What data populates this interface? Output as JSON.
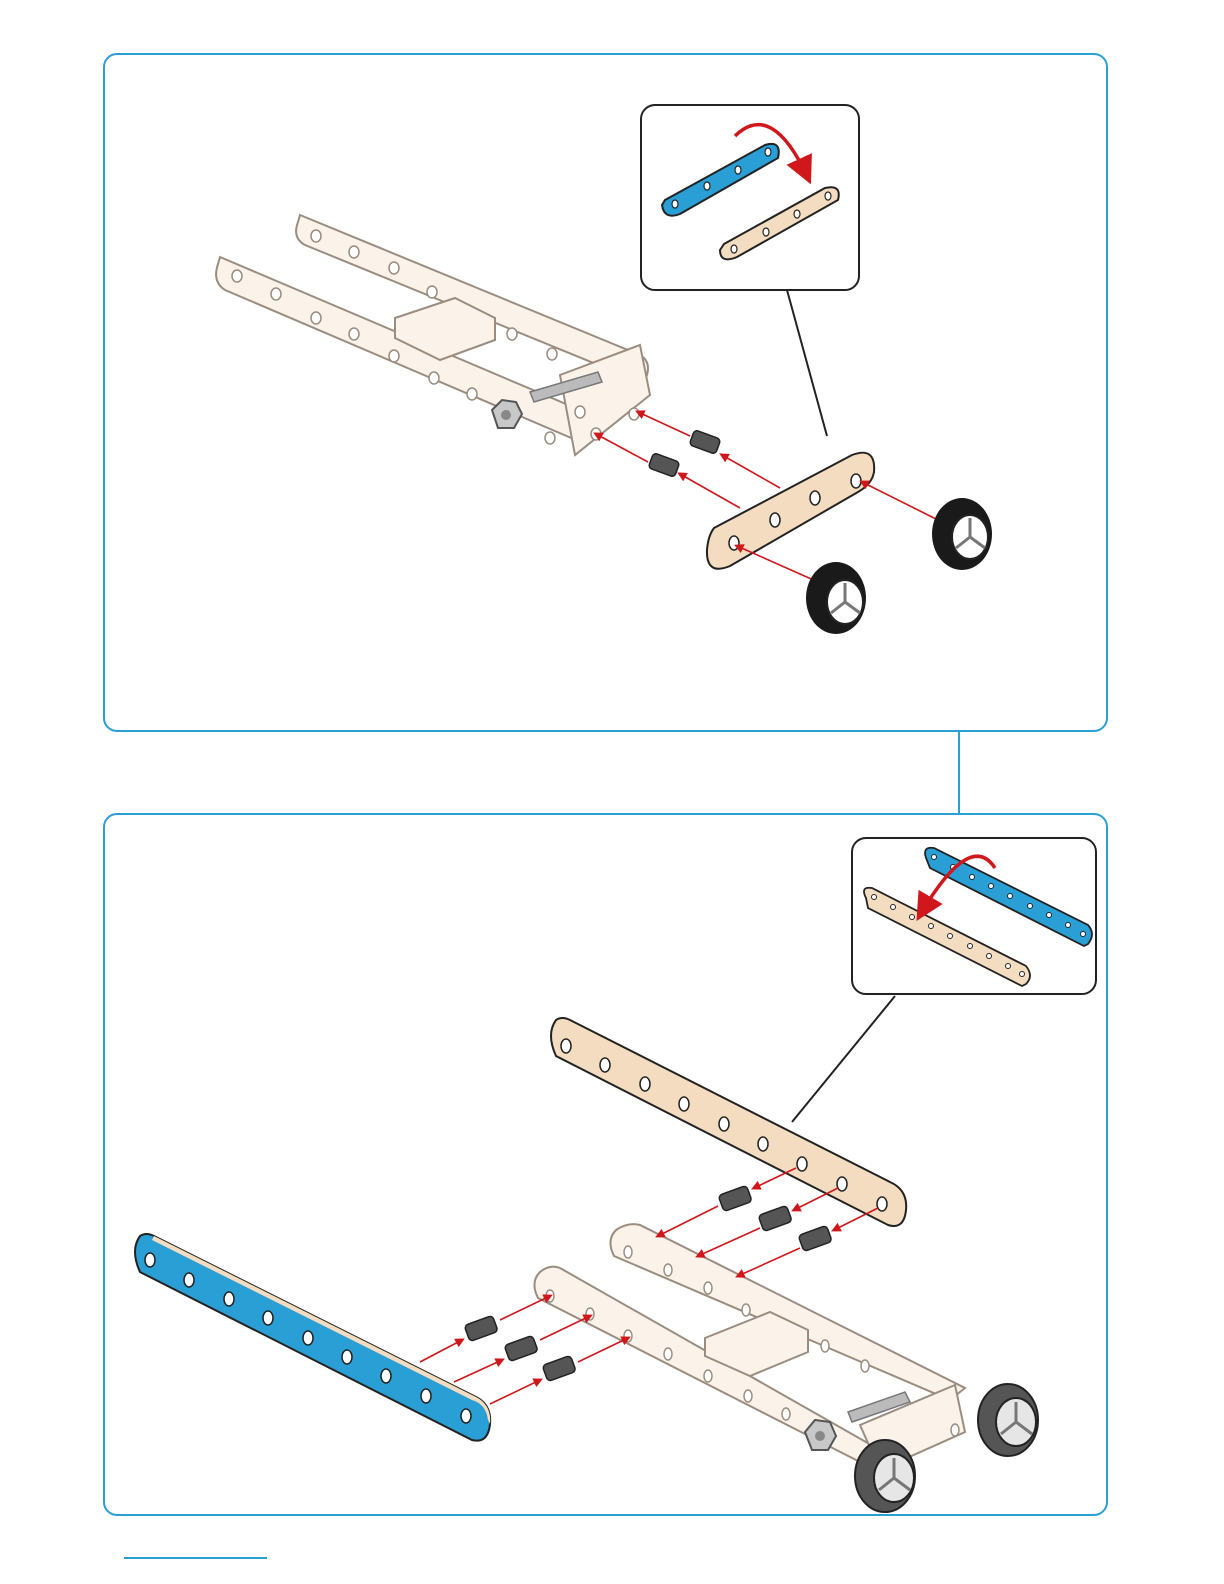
{
  "page": {
    "steps": [
      {
        "id": "step-1",
        "inset": {
          "from_color": "#2a9fd6",
          "to_color": "#f3dcc0",
          "description_icon": "flip-arrow-icon"
        },
        "parts": [
          "wooden-frame-assembly",
          "short-strip",
          "axle-bushing",
          "axle-bushing",
          "wheel",
          "wheel"
        ]
      },
      {
        "id": "step-2",
        "inset": {
          "from_color": "#2a9fd6",
          "to_color": "#f3dcc0",
          "description_icon": "flip-arrow-icon"
        },
        "parts": [
          "long-strip-natural",
          "long-strip-blue",
          "axle-bushing",
          "axle-bushing",
          "axle-bushing",
          "axle-bushing",
          "axle-bushing",
          "axle-bushing",
          "chassis-with-wheels"
        ]
      }
    ],
    "colors": {
      "frame": "#2a9fd6",
      "wood": "#f3dcc0",
      "wood_light": "#fbf3ea",
      "blue_part": "#2a9fd6",
      "arrow": "#d0171b",
      "tire": "#1a1a1a",
      "bushing": "#555555"
    }
  }
}
